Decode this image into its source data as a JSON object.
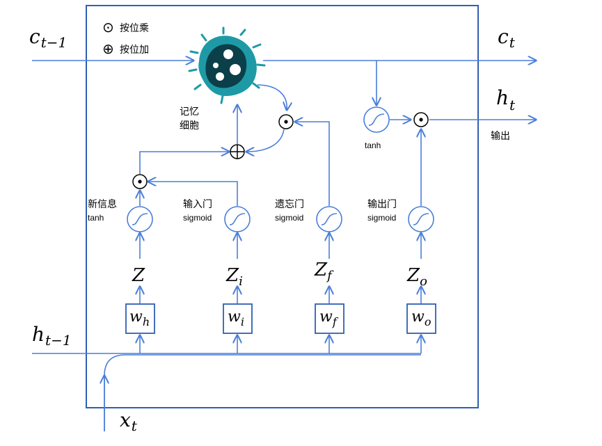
{
  "legend": {
    "dot_symbol": "⊙",
    "dot_label": "按位乘",
    "plus_symbol": "⊕",
    "plus_label": "按位加"
  },
  "inputs": {
    "c_prev": {
      "base": "c",
      "sub": "t−1"
    },
    "h_prev": {
      "base": "h",
      "sub": "t−1"
    },
    "x": {
      "base": "x",
      "sub": "t"
    }
  },
  "outputs": {
    "c": {
      "base": "c",
      "sub": "t"
    },
    "h": {
      "base": "h",
      "sub": "t"
    },
    "h_label": "输出"
  },
  "cell": {
    "label_line1": "记忆",
    "label_line2": "细胞"
  },
  "gates": [
    {
      "name_cn": "新信息",
      "func": "tanh",
      "z": "Z",
      "z_sub": "",
      "w": "w",
      "w_sub": "h"
    },
    {
      "name_cn": "输入门",
      "func": "sigmoid",
      "z": "Z",
      "z_sub": "i",
      "w": "w",
      "w_sub": "i"
    },
    {
      "name_cn": "遗忘门",
      "func": "sigmoid",
      "z": "Z",
      "z_sub": "f",
      "w": "w",
      "w_sub": "f"
    },
    {
      "name_cn": "输出门",
      "func": "sigmoid",
      "z": "Z",
      "z_sub": "o",
      "w": "w",
      "w_sub": "o"
    }
  ],
  "output_tanh": "tanh",
  "colors": {
    "line": "#4a7fd8",
    "frame": "#2f5fb3",
    "text": "#000000",
    "cell_body": "#1e9aa6",
    "cell_dark": "#0b3f4a"
  }
}
